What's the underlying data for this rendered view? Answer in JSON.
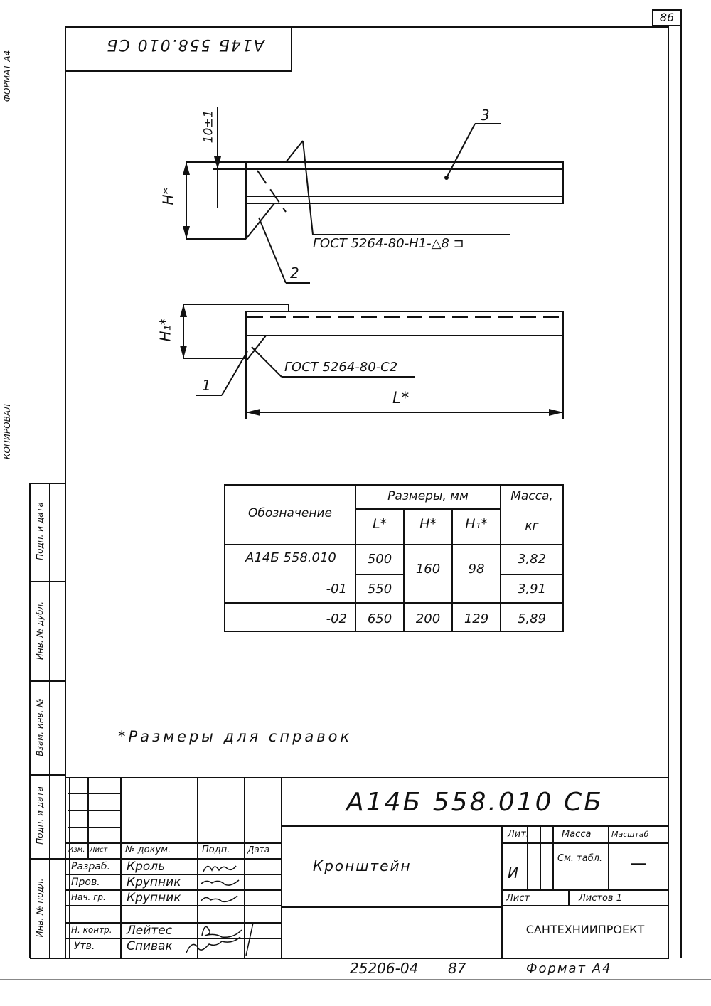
{
  "page_number": "86",
  "format_top": "ФОРМАТ А4",
  "left_edge_text": "КОПИРОВАЛ",
  "top_stamp": "А14Б 558.010 СБ",
  "callouts": {
    "p3": "3",
    "p2": "2",
    "p1": "1"
  },
  "dimensions": {
    "tol": "10±1",
    "h": "Н*",
    "h1": "Н₁*",
    "l": "L*"
  },
  "weld_notes": {
    "top": "ГОСТ 5264-80-Н1-△8 ⊐",
    "bottom": "ГОСТ 5264-80-С2"
  },
  "table": {
    "h_designation": "Обозначение",
    "h_sizes": "Размеры, мм",
    "h_mass": "Масса,",
    "h_mass_unit": "кг",
    "h_L": "L*",
    "h_H": "Н*",
    "h_H1": "Н₁*",
    "rows": [
      {
        "designation": "А14Б 558.010",
        "L": "500",
        "mass": "3,82"
      },
      {
        "designation": "-01",
        "L": "550",
        "mass": "3,91"
      },
      {
        "designation": "-02",
        "L": "650",
        "H": "200",
        "H1": "129",
        "mass": "5,89"
      }
    ],
    "merged_H": "160",
    "merged_H1": "98"
  },
  "footnote": "*Размеры для справок",
  "side_labels": [
    "Подп. и дата",
    "Инв. № дубл.",
    "Взам. инв. №",
    "Подп. и дата",
    "Инв. № подл."
  ],
  "title_block": {
    "designation": "А14Б 558.010 СБ",
    "name": "Кронштейн",
    "h_izm": "Изм.",
    "h_list": "Лист",
    "h_doc": "№ докум.",
    "h_sign": "Подп.",
    "h_date": "Дата",
    "roles": [
      {
        "role": "Разраб.",
        "person": "Кроль"
      },
      {
        "role": "Пров.",
        "person": "Крупник"
      },
      {
        "role": "Нач. гр.",
        "person": "Крупник"
      },
      {
        "role": "Н. контр.",
        "person": "Лейтес"
      },
      {
        "role": "Утв.",
        "person": "Спивак"
      }
    ],
    "lit_header": "Лит.",
    "mass_header": "Масса",
    "scale_header": "Масштаб",
    "lit_value": "И",
    "mass_value": "См. табл.",
    "scale_value": "—",
    "sheet_label": "Лист",
    "sheets_label": "Листов 1",
    "organization": "САНТЕХНИИПРОЕКТ"
  },
  "bottom_code": "25206-04",
  "bottom_num": "87",
  "format_bottom": "Формат А4"
}
